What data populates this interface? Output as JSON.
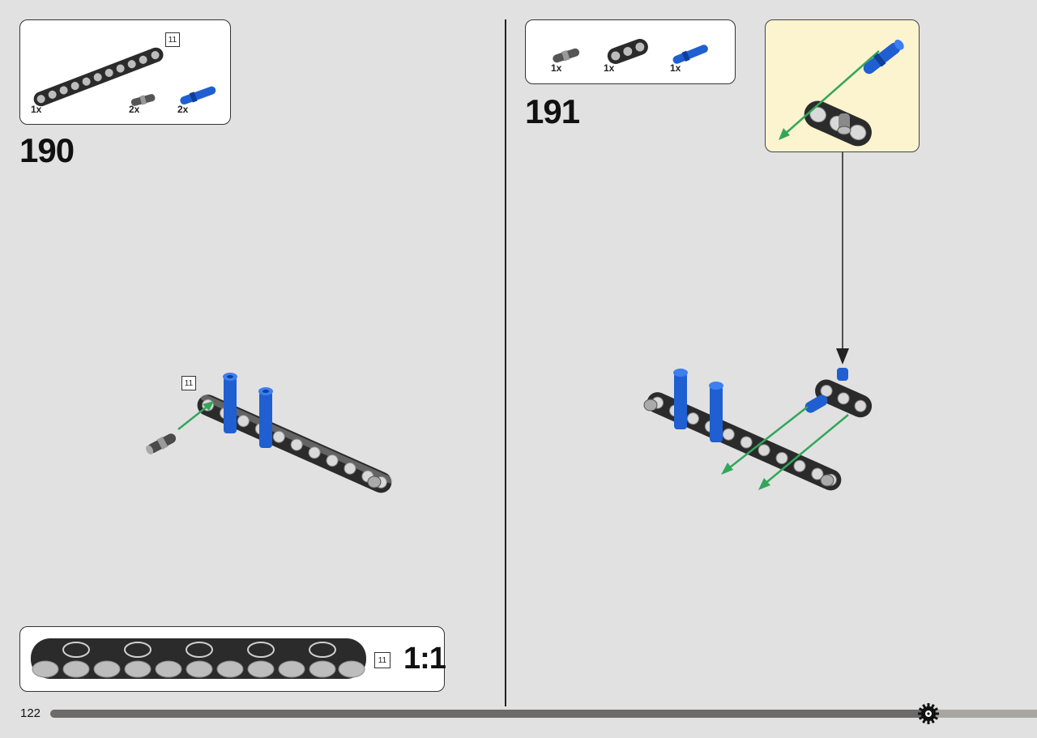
{
  "page": {
    "number": "122",
    "progress": 0.89
  },
  "step_190": {
    "number": "190",
    "parts": [
      {
        "name": "beam-11",
        "qty": "1x"
      },
      {
        "name": "grey-pin",
        "qty": "2x"
      },
      {
        "name": "blue-pin",
        "qty": "2x"
      }
    ],
    "beam_length": "11",
    "assembly_length": "11"
  },
  "step_191": {
    "number": "191",
    "parts": [
      {
        "name": "grey-pin",
        "qty": "1x"
      },
      {
        "name": "beam-3",
        "qty": "1x"
      },
      {
        "name": "blue-pin",
        "qty": "1x"
      }
    ]
  },
  "scale_box": {
    "length": "11",
    "scale": "1:1"
  },
  "colors": {
    "beam": "#2b2b2b",
    "blue_pin": "#1f5fd1",
    "grey_pin": "#8a8a8a",
    "arrow": "#33a65a",
    "callout_bg": "#fcf4cf"
  }
}
